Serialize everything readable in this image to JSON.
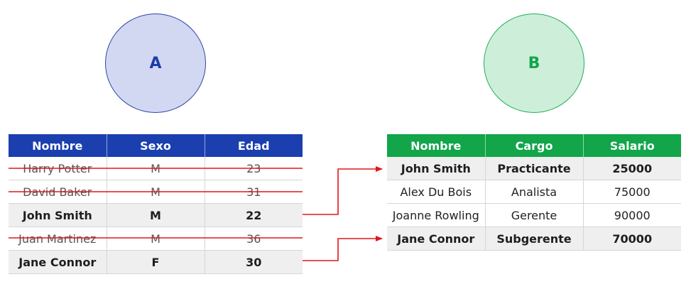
{
  "sets": {
    "a": {
      "label": "A",
      "color": "#2c44a8",
      "fill": "#d2d8f1"
    },
    "b": {
      "label": "B",
      "color": "#1fb05a",
      "fill": "#cdeed9"
    }
  },
  "table_a": {
    "header_color": "#1b3fae",
    "columns": [
      "Nombre",
      "Sexo",
      "Edad"
    ],
    "rows": [
      {
        "nombre": "Harry Potter",
        "sexo": "M",
        "edad": "23",
        "status": "excluded"
      },
      {
        "nombre": "David Baker",
        "sexo": "M",
        "edad": "31",
        "status": "excluded"
      },
      {
        "nombre": "John Smith",
        "sexo": "M",
        "edad": "22",
        "status": "matched"
      },
      {
        "nombre": "Juan Martinez",
        "sexo": "M",
        "edad": "36",
        "status": "excluded"
      },
      {
        "nombre": "Jane Connor",
        "sexo": "F",
        "edad": "30",
        "status": "matched"
      }
    ]
  },
  "table_b": {
    "header_color": "#12a54a",
    "columns": [
      "Nombre",
      "Cargo",
      "Salario"
    ],
    "rows": [
      {
        "nombre": "John Smith",
        "cargo": "Practicante",
        "salario": "25000",
        "status": "matched"
      },
      {
        "nombre": "Alex Du Bois",
        "cargo": "Analista",
        "salario": "75000",
        "status": "normal"
      },
      {
        "nombre": "Joanne Rowling",
        "cargo": "Gerente",
        "salario": "90000",
        "status": "normal"
      },
      {
        "nombre": "Jane Connor",
        "cargo": "Subgerente",
        "salario": "70000",
        "status": "matched"
      }
    ]
  },
  "connector_color": "#e0161d"
}
